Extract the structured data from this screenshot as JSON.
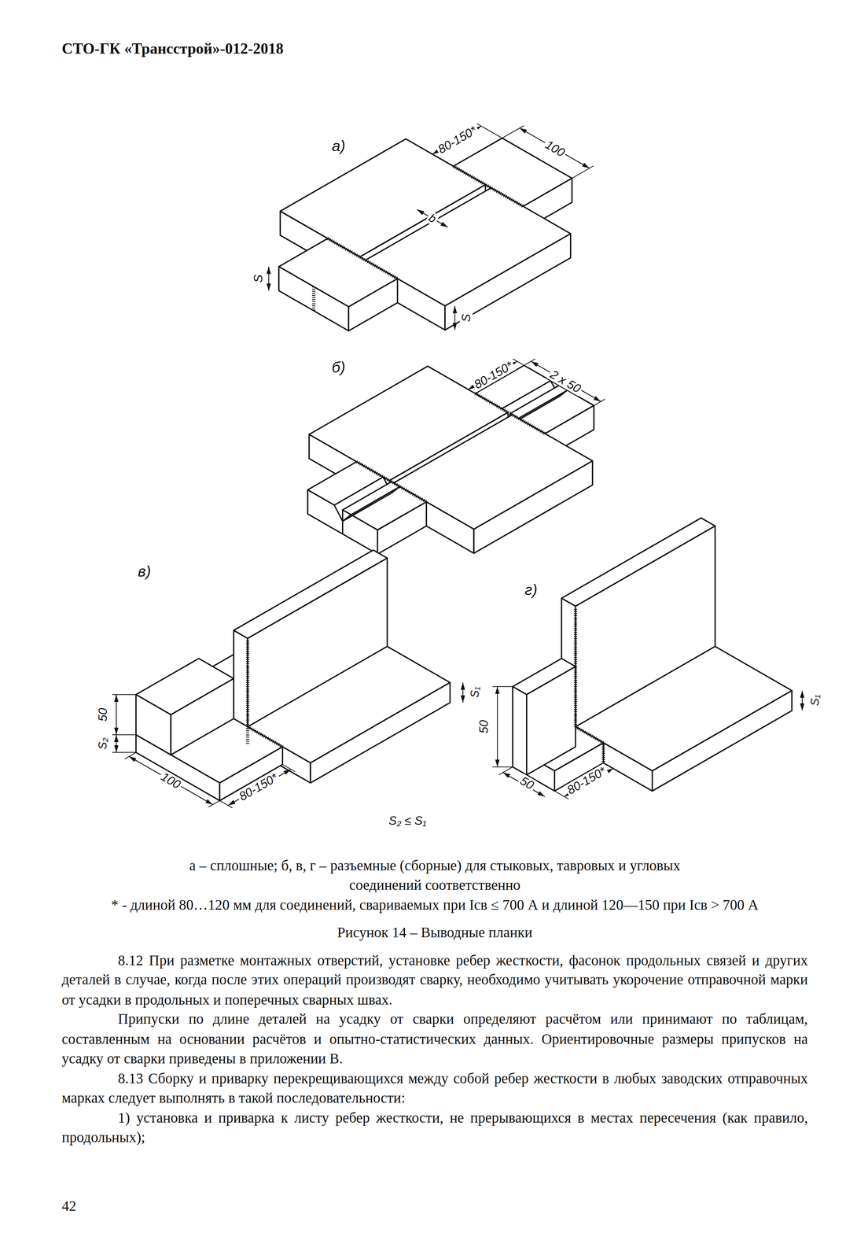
{
  "diagram": {
    "title": "СТО-ГК «Трансстрой»-012-2018",
    "caption": "Рисунок 14 – Выводные планки",
    "labels": [
      "а)",
      "80-150*",
      "100",
      "b",
      "S",
      "S",
      "б)",
      "80-150*",
      "2 x 50",
      "в)",
      "50",
      "S₂",
      "S₁",
      "100",
      "80-150*",
      "S₂ ≤ S₁",
      "г)",
      "50",
      "S₁",
      "50",
      "80-150*",
      "а – сплошные; б, в, г – разъемные (сборные) для стыковых, тавровых и угловых соединений соответственно",
      "* - длиной 80…120 мм для соединений, свариваемых при Iсв ≤ 700 А и длиной 120—150 при Iсв > 700 А",
      "8.12 При разметке монтажных отверстий, установке ребер жесткости, фасонок продольных связей и других деталей в случае, когда после этих операций производят сварку, необходимо учитывать укорочение отправочной марки от усадки в продольных и поперечных сварных швах.",
      "Припуски по длине деталей на усадку от сварки определяют расчётом или принимают по таблицам, составленным на основании расчётов и опытно-статистических данных. Ориентировочные размеры припусков на усадку от сварки приведены в приложении В.",
      "8.13 Сборку и приварку перекрещивающихся между собой ребер жесткости в любых заводских отправочных марках следует выполнять в такой последовательности:",
      "1) установка и приварка к листу ребер жесткости, не прерывающихся в местах пересечения (как правило, продольных);",
      "42"
    ]
  }
}
